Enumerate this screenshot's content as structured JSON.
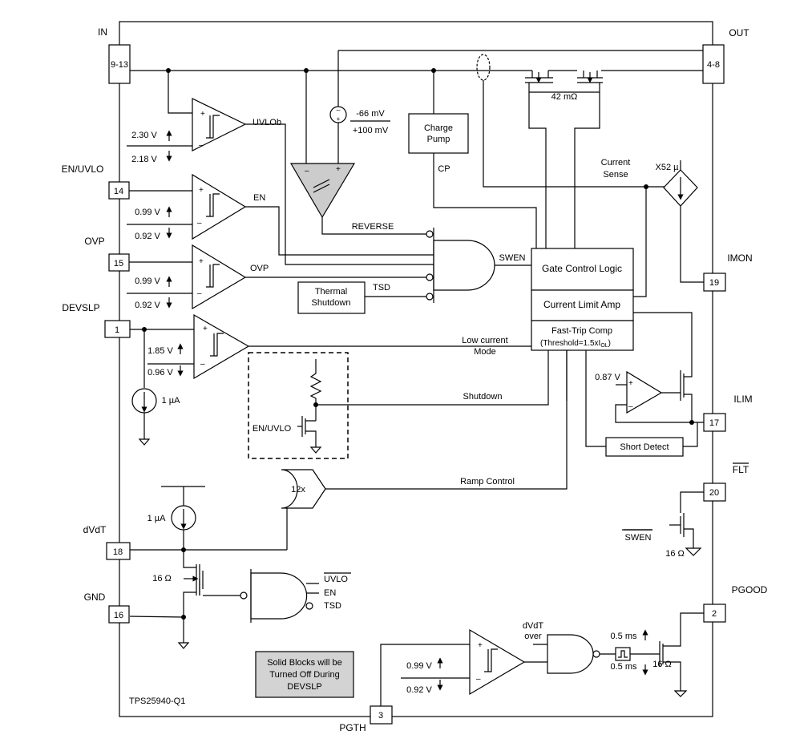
{
  "device": "TPS25940-Q1",
  "note": {
    "line1": "Solid Blocks will be",
    "line2": "Turned Off During",
    "line3": "DEVSLP",
    "fill": "#d3d3d3"
  },
  "pins": {
    "in": {
      "name": "IN",
      "num": "9-13"
    },
    "out": {
      "name": "OUT",
      "num": "4-8"
    },
    "en_uvlo": {
      "name": "EN/UVLO",
      "num": "14"
    },
    "ovp": {
      "name": "OVP",
      "num": "15"
    },
    "devslp": {
      "name": "DEVSLP",
      "num": "1"
    },
    "dvdt": {
      "name": "dVdT",
      "num": "18"
    },
    "gnd": {
      "name": "GND",
      "num": "16"
    },
    "pgth": {
      "name": "PGTH",
      "num": "3"
    },
    "imon": {
      "name": "IMON",
      "num": "19"
    },
    "ilim": {
      "name": "ILIM",
      "num": "17"
    },
    "flt": {
      "name": "FLT",
      "num": "20"
    },
    "pgood": {
      "name": "PGOOD",
      "num": "2"
    }
  },
  "labels": {
    "uvlo_hi": "2.30 V",
    "uvlo_lo": "2.18 V",
    "uvlob": "UVLOb",
    "en_hi": "0.99 V",
    "en_lo": "0.92 V",
    "en": "EN",
    "ovp_hi": "0.99 V",
    "ovp_lo": "0.92 V",
    "ovp": "OVP",
    "devslp_hi": "1.85 V",
    "devslp_lo": "0.96 V",
    "src_1ua_a": "1 µA",
    "src_1ua_b": "1 µA",
    "rev_neg": "-66 mV",
    "rev_pos": "+100 mV",
    "reverse": "REVERSE",
    "charge_pump_1": "Charge",
    "charge_pump_2": "Pump",
    "cp": "CP",
    "fet_res": "42 mΩ",
    "current_sense_1": "Current",
    "current_sense_2": "Sense",
    "x52": "X52 µ",
    "swen": "SWEN",
    "thermal_1": "Thermal",
    "thermal_2": "Shutdown",
    "tsd": "TSD",
    "gate_control": "Gate Control Logic",
    "current_limit": "Current Limit Amp",
    "fast_trip": "Fast-Trip Comp",
    "threshold": "(Threshold=1.5xI",
    "threshold_sub": "OL",
    "threshold_end": ")",
    "low_current_1": "Low current",
    "low_current_2": "Mode",
    "shutdown": "Shutdown",
    "en_uvlo_fet": "EN/UVLO",
    "ilim_ref": "0.87 V",
    "short_detect": "Short Detect",
    "ramp": "Ramp Control",
    "gain": "12x",
    "dvdt_res": "16 Ω",
    "nand_uvlo": "UVLO",
    "nand_en": "EN",
    "nand_tsd": "TSD",
    "flt_swen": "SWEN",
    "flt_res": "16 Ω",
    "pg_hi": "0.99 V",
    "pg_lo": "0.92 V",
    "dvdt_over_1": "dVdT",
    "dvdt_over_2": "over",
    "delay_up": "0.5 ms",
    "delay_dn": "0.5 ms",
    "pgood_res": "16 Ω",
    "plus": "+",
    "minus": "–"
  }
}
